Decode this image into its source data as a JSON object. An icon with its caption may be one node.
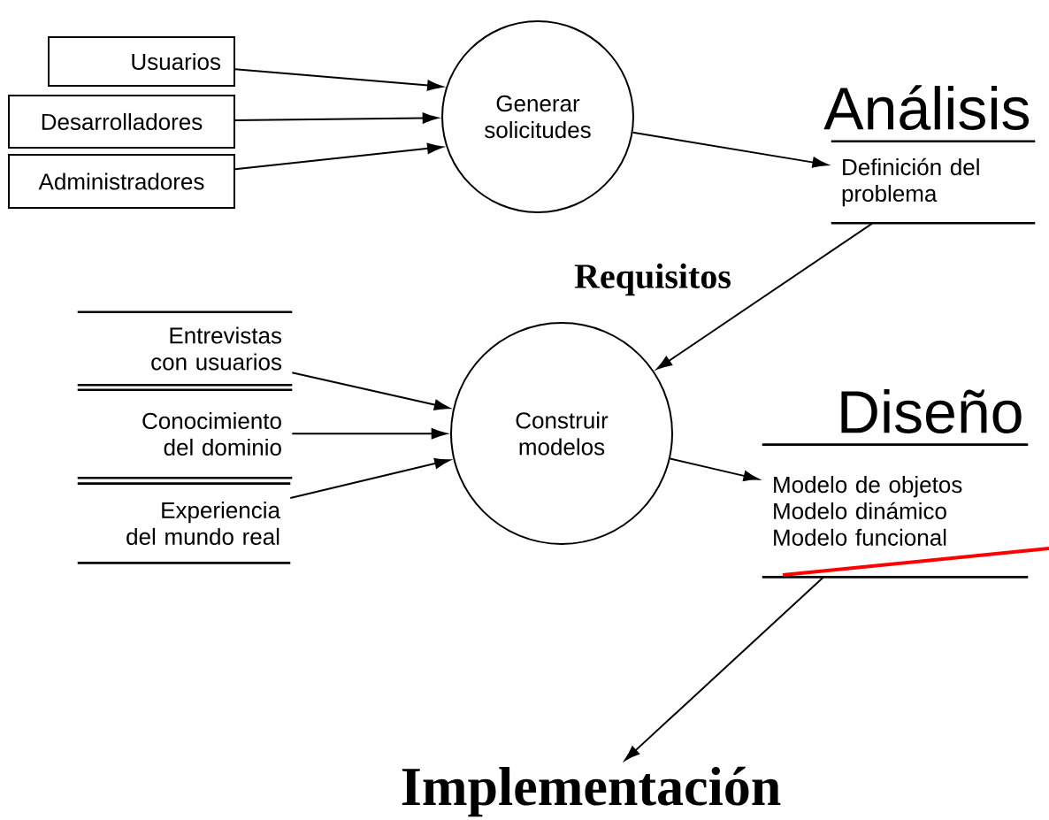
{
  "diagram": {
    "nodes": [
      {
        "text": [
          "Usuarios"
        ]
      },
      {
        "text": [
          "Desarrolladores"
        ]
      },
      {
        "text": [
          "Administradores"
        ]
      },
      {
        "text": [
          "Generar solicitudes"
        ]
      },
      {
        "text": [
          "Definición del problema"
        ],
        "beside": [
          "Análisis"
        ]
      },
      {
        "text": [
          "Entrevistas con usuarios"
        ]
      },
      {
        "text": [
          "Conocimiento del dominio"
        ]
      },
      {
        "text": [
          "Experiencia del mundo real"
        ]
      },
      {
        "text": [
          "Construir modelos"
        ]
      },
      {
        "text": [
          "Modelo de objetos",
          "Modelo dinámico",
          "Modelo funcional"
        ],
        "beside": [
          "Diseño"
        ]
      },
      {
        "text": [
          "Implementación"
        ]
      }
    ],
    "edges": [
      {
        "from": 0,
        "to": 3,
        "arrow": "to"
      },
      {
        "from": 1,
        "to": 3,
        "arrow": "to"
      },
      {
        "from": 2,
        "to": 3,
        "arrow": "to"
      },
      {
        "from": 3,
        "to": 4,
        "arrow": "to"
      },
      {
        "from": 4,
        "to": 8,
        "arrow": "to"
      },
      {
        "from": 5,
        "to": 8,
        "arrow": "to"
      },
      {
        "from": 6,
        "to": 8,
        "arrow": "to"
      },
      {
        "from": 7,
        "to": 8,
        "arrow": "to"
      },
      {
        "from": 8,
        "to": 9,
        "arrow": "to"
      },
      {
        "from": 9,
        "to": 10,
        "arrow": "to"
      }
    ],
    "labels": [
      "Requisitos"
    ]
  }
}
